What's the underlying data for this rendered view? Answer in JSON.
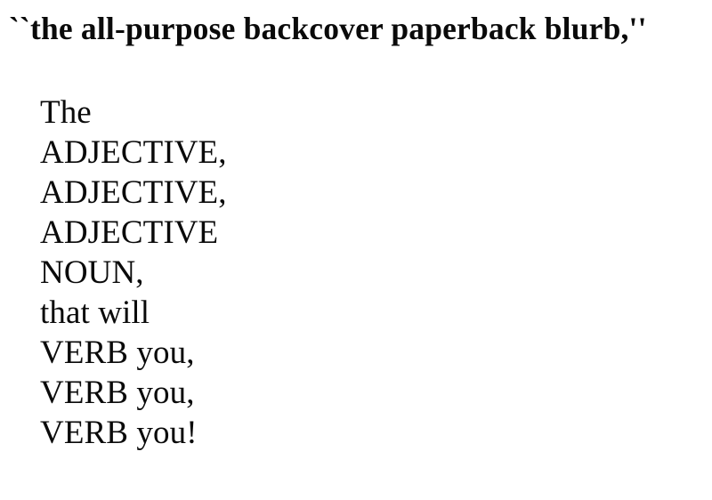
{
  "document": {
    "background_color": "#ffffff",
    "text_color": "#000000",
    "heading": "``the all-purpose backcover paperback blurb,''",
    "blurb_lines": [
      "The",
      "ADJECTIVE,",
      "ADJECTIVE,",
      "ADJECTIVE",
      "NOUN,",
      "that will",
      "VERB you,",
      "VERB you,",
      "VERB you!"
    ]
  }
}
